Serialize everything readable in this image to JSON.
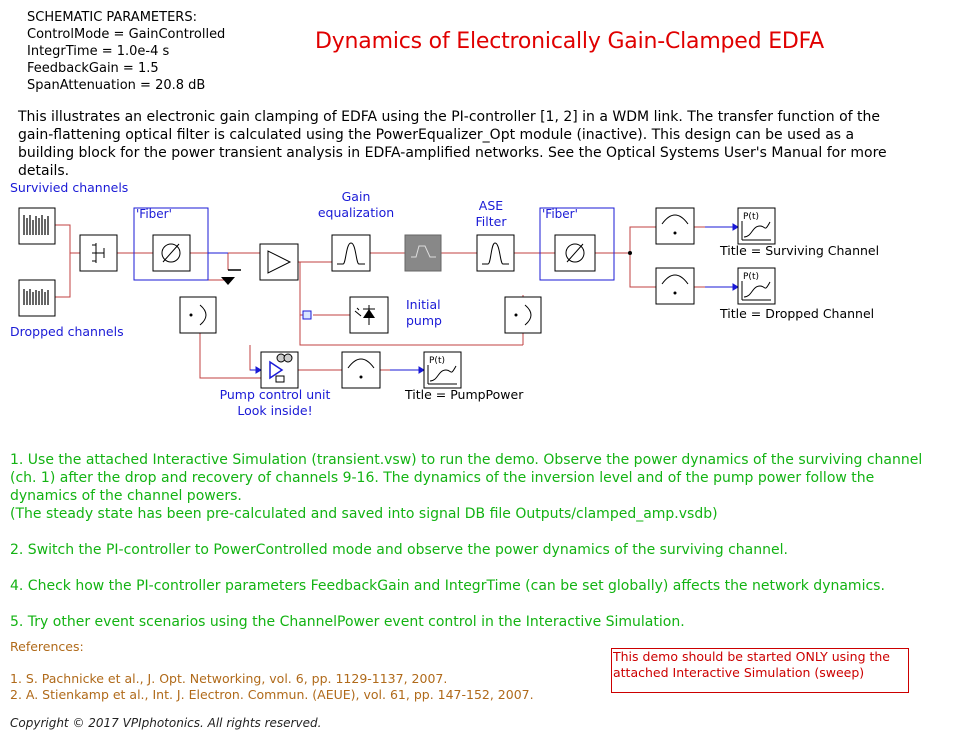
{
  "params": {
    "heading": "SCHEMATIC PARAMETERS:",
    "lines": [
      "ControlMode = GainControlled",
      "IntegrTime = 1.0e-4 s",
      "FeedbackGain = 1.5",
      "SpanAttenuation = 20.8 dB"
    ]
  },
  "title": "Dynamics of Electronically Gain-Clamped EDFA",
  "description": "This illustrates an electronic gain clamping of EDFA using the PI-controller [1, 2] in a WDM link. The transfer function of the gain-flattening optical filter is calculated using the PowerEqualizer_Opt module (inactive). This design can be used as a building block for the power transient analysis in EDFA-amplified networks. See the Optical Systems User's Manual for more details.",
  "schematic": {
    "survived_channels": "Survivied channels",
    "dropped_channels": "Dropped channels",
    "fiber1": "'Fiber'",
    "fiber2": "'Fiber'",
    "gain_eq_line1": "Gain",
    "gain_eq_line2": "equalization",
    "ase_line1": "ASE",
    "ase_line2": "Filter",
    "initial_line1": "Initial",
    "initial_line2": "pump",
    "pump_unit_line1": "Pump control unit",
    "pump_unit_line2": "Look inside!",
    "title_surviving": "Title = Surviving Channel",
    "title_dropped": "Title = Dropped Channel",
    "title_pump": "Title = PumpPower",
    "meter_label": "P(t)",
    "colors": {
      "blue_label": "#1a1ad6",
      "wire": "#c04040",
      "ground": "#000000"
    }
  },
  "notes": [
    "1. Use the attached Interactive Simulation (transient.vsw) to run the demo. Observe the power dynamics of the surviving channel (ch. 1) after the drop and recovery of channels 9-16. The dynamics of the inversion level and of the pump power follow the dynamics of the channel powers.",
    "(The steady state has been pre-calculated and saved into signal DB file Outputs/clamped_amp.vsdb)",
    "2. Switch the PI-controller to PowerControlled mode and observe the power dynamics of the surviving channel.",
    "4. Check how the PI-controller parameters FeedbackGain and IntegrTime (can be set globally) affects the network dynamics.",
    "5. Try other event scenarios using the ChannelPower event control in the Interactive Simulation."
  ],
  "references": {
    "heading": "References:",
    "items": [
      "1. S. Pachnicke et al., J. Opt. Networking, vol. 6, pp. 1129-1137, 2007.",
      "2. A. Stienkamp et al., Int. J. Electron. Commun. (AEUE), vol. 61, pp. 147-152, 2007."
    ]
  },
  "warning": "This demo should be started ONLY using the attached Interactive Simulation (sweep)",
  "copyright": "Copyright © 2017 VPIphotonics. All rights reserved."
}
